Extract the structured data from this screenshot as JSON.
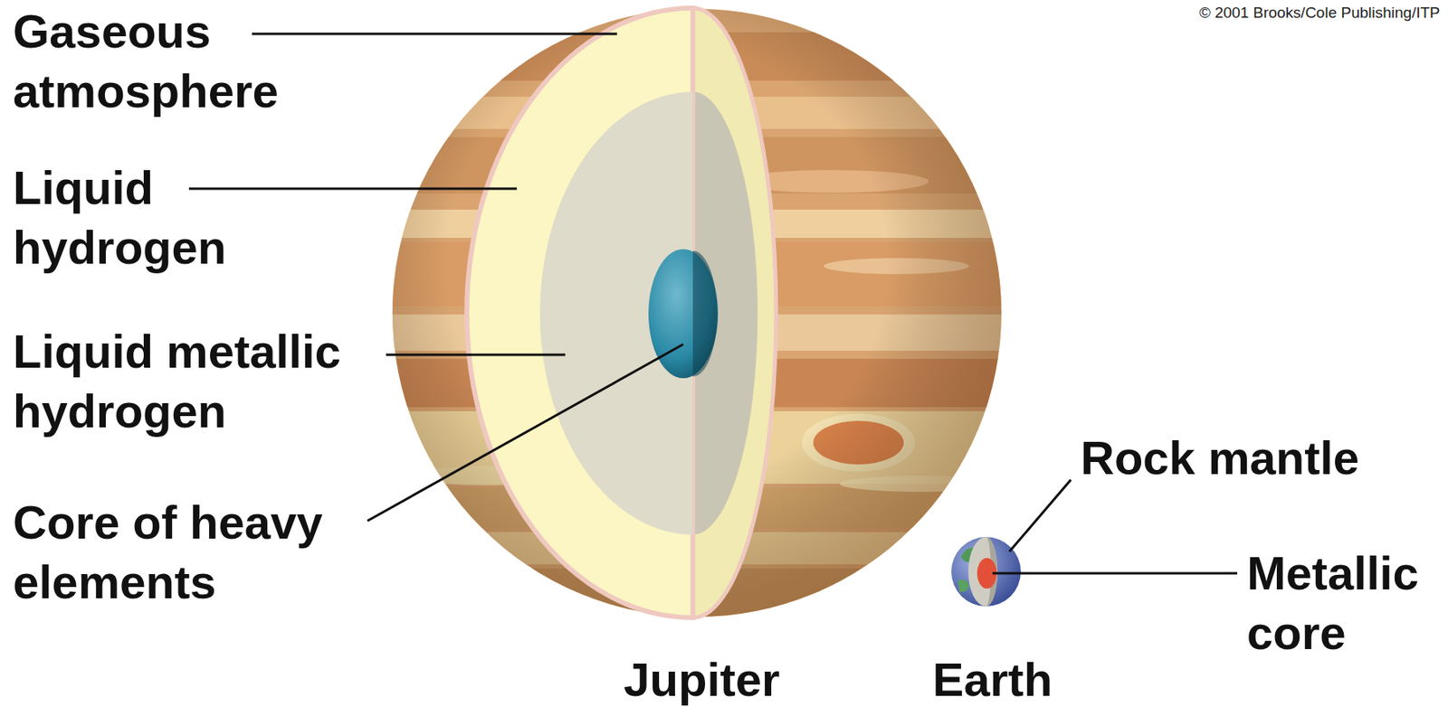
{
  "diagram": {
    "labels": [
      "© 2001 Brooks/Cole Publishing/ITP",
      "Gaseous atmosphere",
      "Liquid hydrogen",
      "Liquid metallic hydrogen",
      "Core of heavy elements",
      "Rock mantle",
      "Metallic core",
      "Jupiter",
      "Earth"
    ]
  }
}
